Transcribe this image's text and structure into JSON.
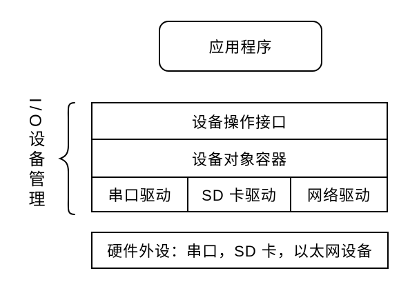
{
  "diagram": {
    "app_box": {
      "label": "应用程序"
    },
    "side_label": {
      "text": "I/O设备管理"
    },
    "stack": {
      "rows": [
        {
          "label": "设备操作接口"
        },
        {
          "label": "设备对象容器"
        }
      ],
      "drivers": [
        {
          "label": "串口驱动"
        },
        {
          "label": "SD 卡驱动"
        },
        {
          "label": "网络驱动"
        }
      ]
    },
    "hardware_box": {
      "label": "硬件外设：串口，SD 卡，以太网设备"
    },
    "colors": {
      "line": "#000000",
      "background": "#ffffff",
      "text": "#000000"
    }
  }
}
